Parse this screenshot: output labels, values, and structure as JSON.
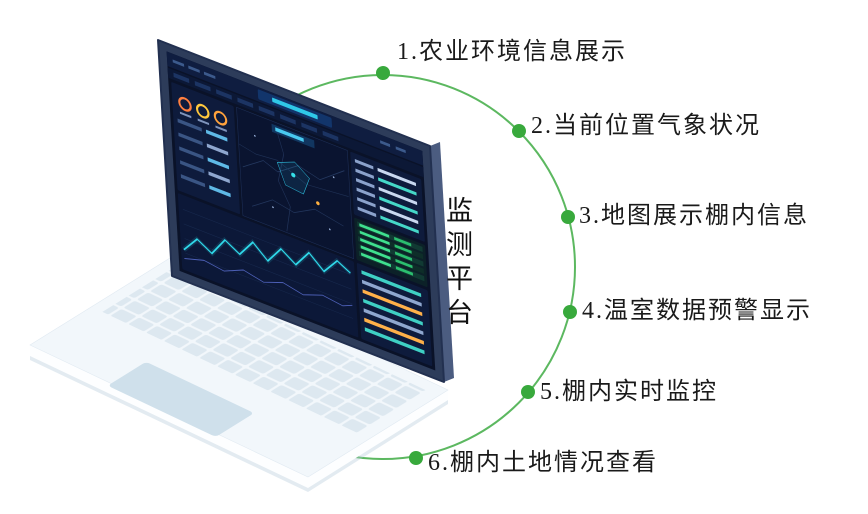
{
  "diagram": {
    "center_label": "监测平台",
    "features": [
      {
        "text": "1.农业环境信息展示"
      },
      {
        "text": "2.当前位置气象状况"
      },
      {
        "text": "3.地图展示棚内信息"
      },
      {
        "text": "4.温室数据预警显示"
      },
      {
        "text": "5.棚内实时监控"
      },
      {
        "text": "6.棚内土地情况查看"
      }
    ]
  },
  "colors": {
    "green_arc": "#5cb860",
    "green_dot": "#38a93c",
    "label_text": "#1a1a1a",
    "laptop_bezel": "#2d3c5a",
    "screen_bg": "#0a1228",
    "accent_cyan": "#2fd9ea",
    "accent_orange": "#ff7f3f",
    "accent_yellow": "#ffc83d",
    "laptop_base": "#f2f7fb",
    "keys": "#dde8f0"
  }
}
